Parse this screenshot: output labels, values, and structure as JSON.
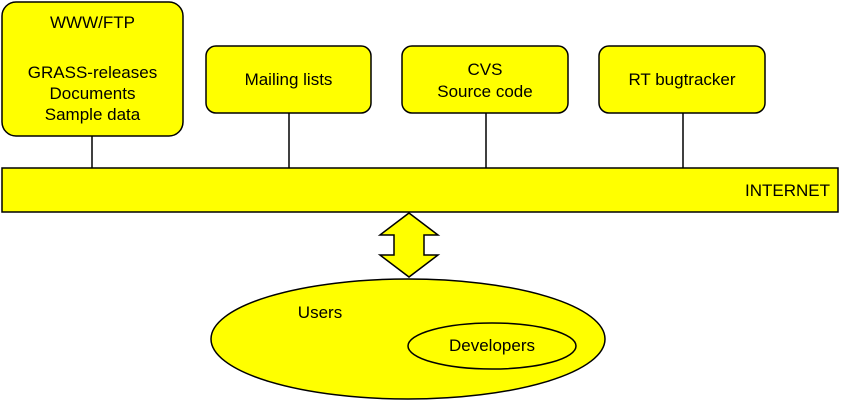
{
  "diagram": {
    "colors": {
      "fill": "#ffff00",
      "stroke": "#000000"
    },
    "nodes": {
      "www_ftp": {
        "title": "WWW/FTP",
        "line1": "GRASS-releases",
        "line2": "Documents",
        "line3": "Sample data"
      },
      "mailing_lists": {
        "label": "Mailing lists"
      },
      "cvs": {
        "line1": "CVS",
        "line2": "Source code"
      },
      "rt_bugtracker": {
        "label": "RT bugtracker"
      },
      "internet": {
        "label": "INTERNET"
      },
      "users": {
        "label": "Users"
      },
      "developers": {
        "label": "Developers"
      }
    }
  }
}
